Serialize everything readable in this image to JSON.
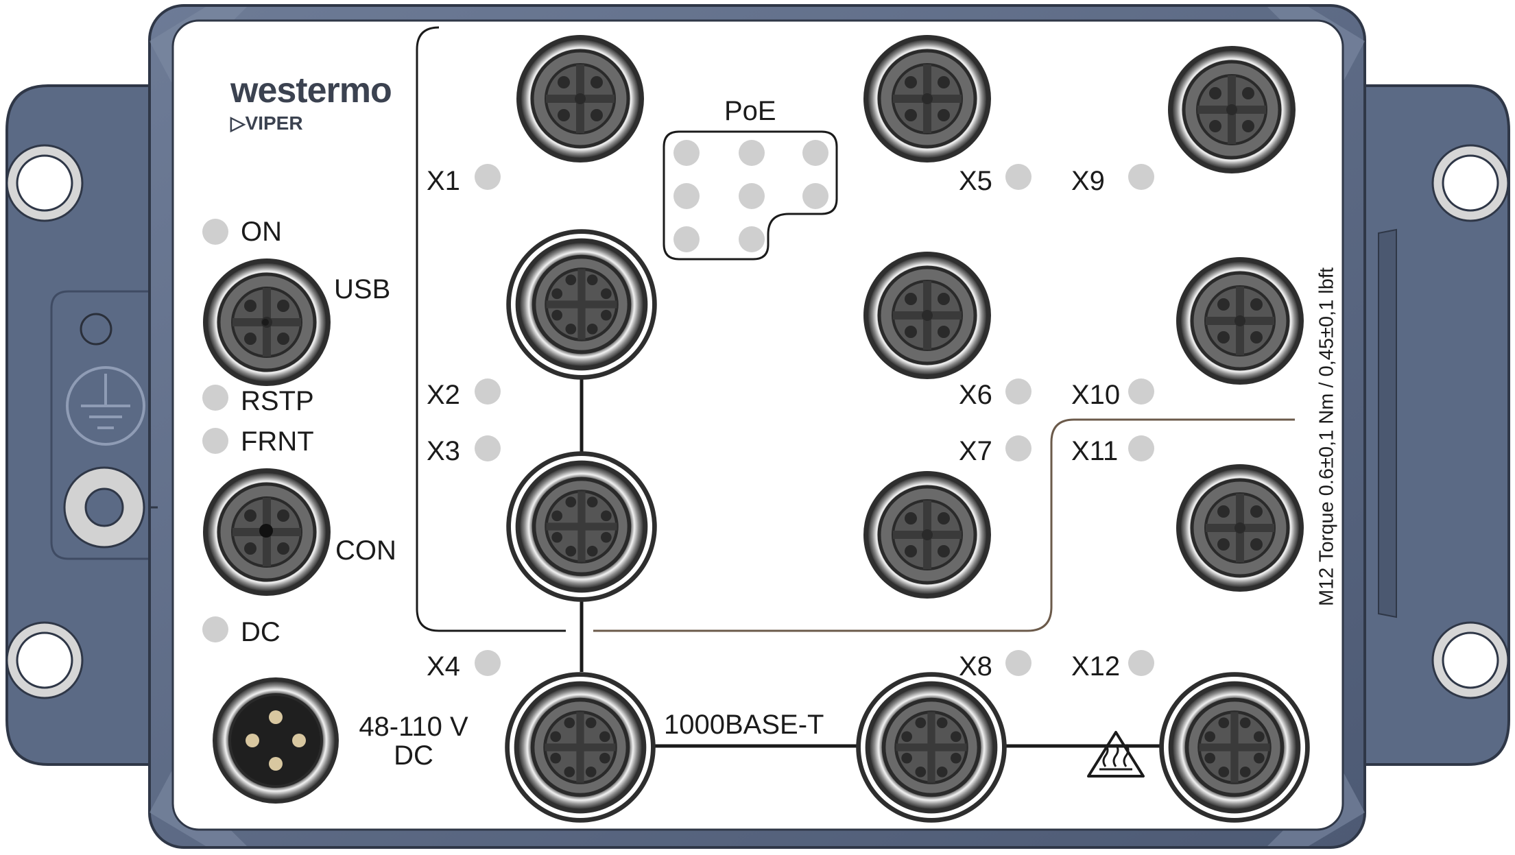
{
  "device": {
    "brand": "westermo",
    "model": "VIPER",
    "poe_label": "PoE",
    "ethernet_label": "1000BASE-T",
    "power_rating_line1": "48-110 V",
    "power_rating_line2": "DC",
    "torque_spec": "M12 Torque 0.6±0,1 Nm / 0,45±0,1 lbft"
  },
  "left_panel": {
    "on_label": "ON",
    "usb_label": "USB",
    "rstp_label": "RSTP",
    "frnt_label": "FRNT",
    "con_label": "CON",
    "dc_label": "DC"
  },
  "ports": [
    "X1",
    "X2",
    "X3",
    "X4",
    "X5",
    "X6",
    "X7",
    "X8",
    "X9",
    "X10",
    "X11",
    "X12"
  ],
  "icons": [
    "ground-icon",
    "hot-surface-warning-icon",
    "m12-connector-icon"
  ],
  "colors": {
    "housing": "#5b6a85",
    "housing_dark": "#3f4b63",
    "front_panel": "#ffffff",
    "led": "#c9c9c9",
    "connector_body": "#5a5a5a",
    "copper_line": "#6b5a4a"
  }
}
